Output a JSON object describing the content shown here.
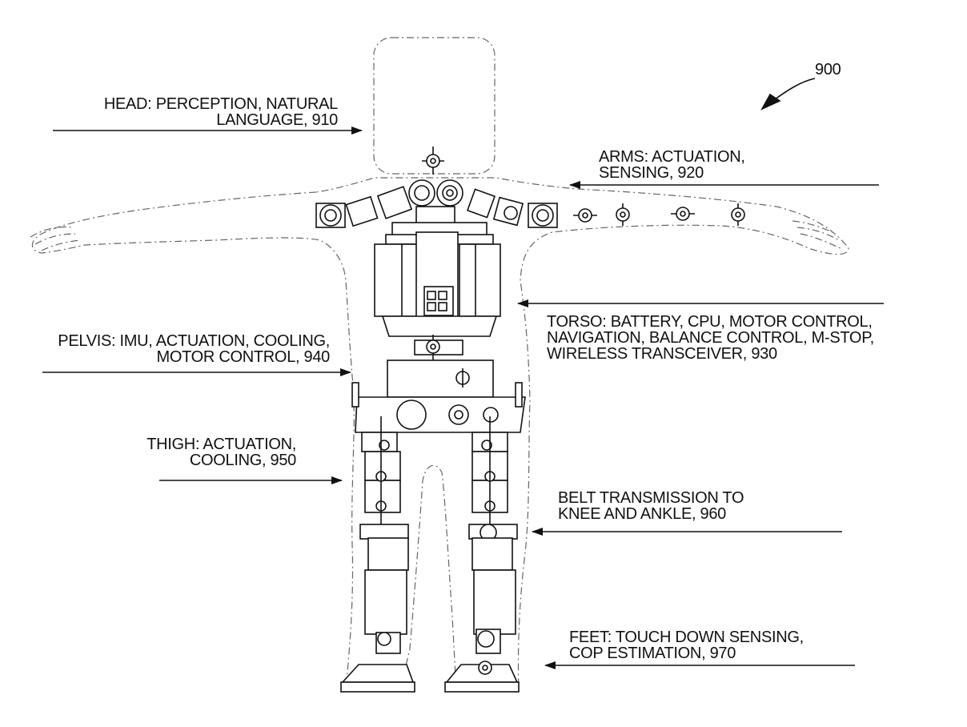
{
  "figure_number": "900",
  "labels": {
    "head": [
      "HEAD: PERCEPTION, NATURAL",
      "LANGUAGE, 910"
    ],
    "arms": [
      "ARMS: ACTUATION,",
      "SENSING, 920"
    ],
    "torso": [
      "TORSO: BATTERY, CPU, MOTOR CONTROL,",
      "NAVIGATION, BALANCE CONTROL, M-STOP,",
      "WIRELESS TRANSCEIVER, 930"
    ],
    "pelvis": [
      "PELVIS: IMU, ACTUATION, COOLING,",
      "MOTOR CONTROL, 940"
    ],
    "thigh": [
      "THIGH: ACTUATION,",
      "COOLING, 950"
    ],
    "belt": [
      "BELT TRANSMISSION TO",
      "KNEE AND ANKLE, 960"
    ],
    "feet": [
      "FEET: TOUCH DOWN SENSING,",
      "COP ESTIMATION, 970"
    ]
  },
  "colors": {
    "ink": "#111111",
    "outline": "#666666",
    "background": "#ffffff"
  }
}
